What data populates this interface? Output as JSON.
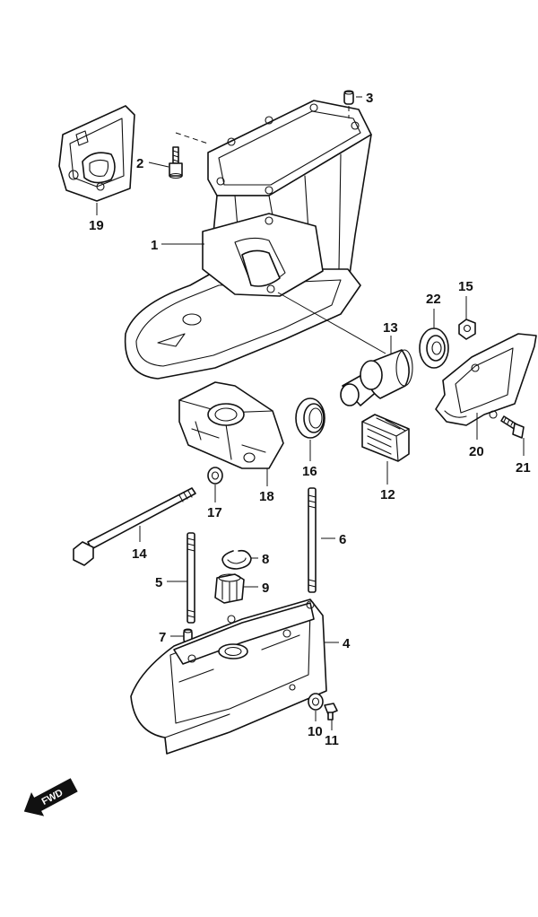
{
  "labels": {
    "p1": "1",
    "p2": "2",
    "p3": "3",
    "p4": "4",
    "p5": "5",
    "p6": "6",
    "p7": "7",
    "p8": "8",
    "p9": "9",
    "p10": "10",
    "p11": "11",
    "p12": "12",
    "p13": "13",
    "p14": "14",
    "p15": "15",
    "p16": "16",
    "p17": "17",
    "p18": "18",
    "p19": "19",
    "p20": "20",
    "p21": "21",
    "p22": "22"
  },
  "fwd": "FWD"
}
